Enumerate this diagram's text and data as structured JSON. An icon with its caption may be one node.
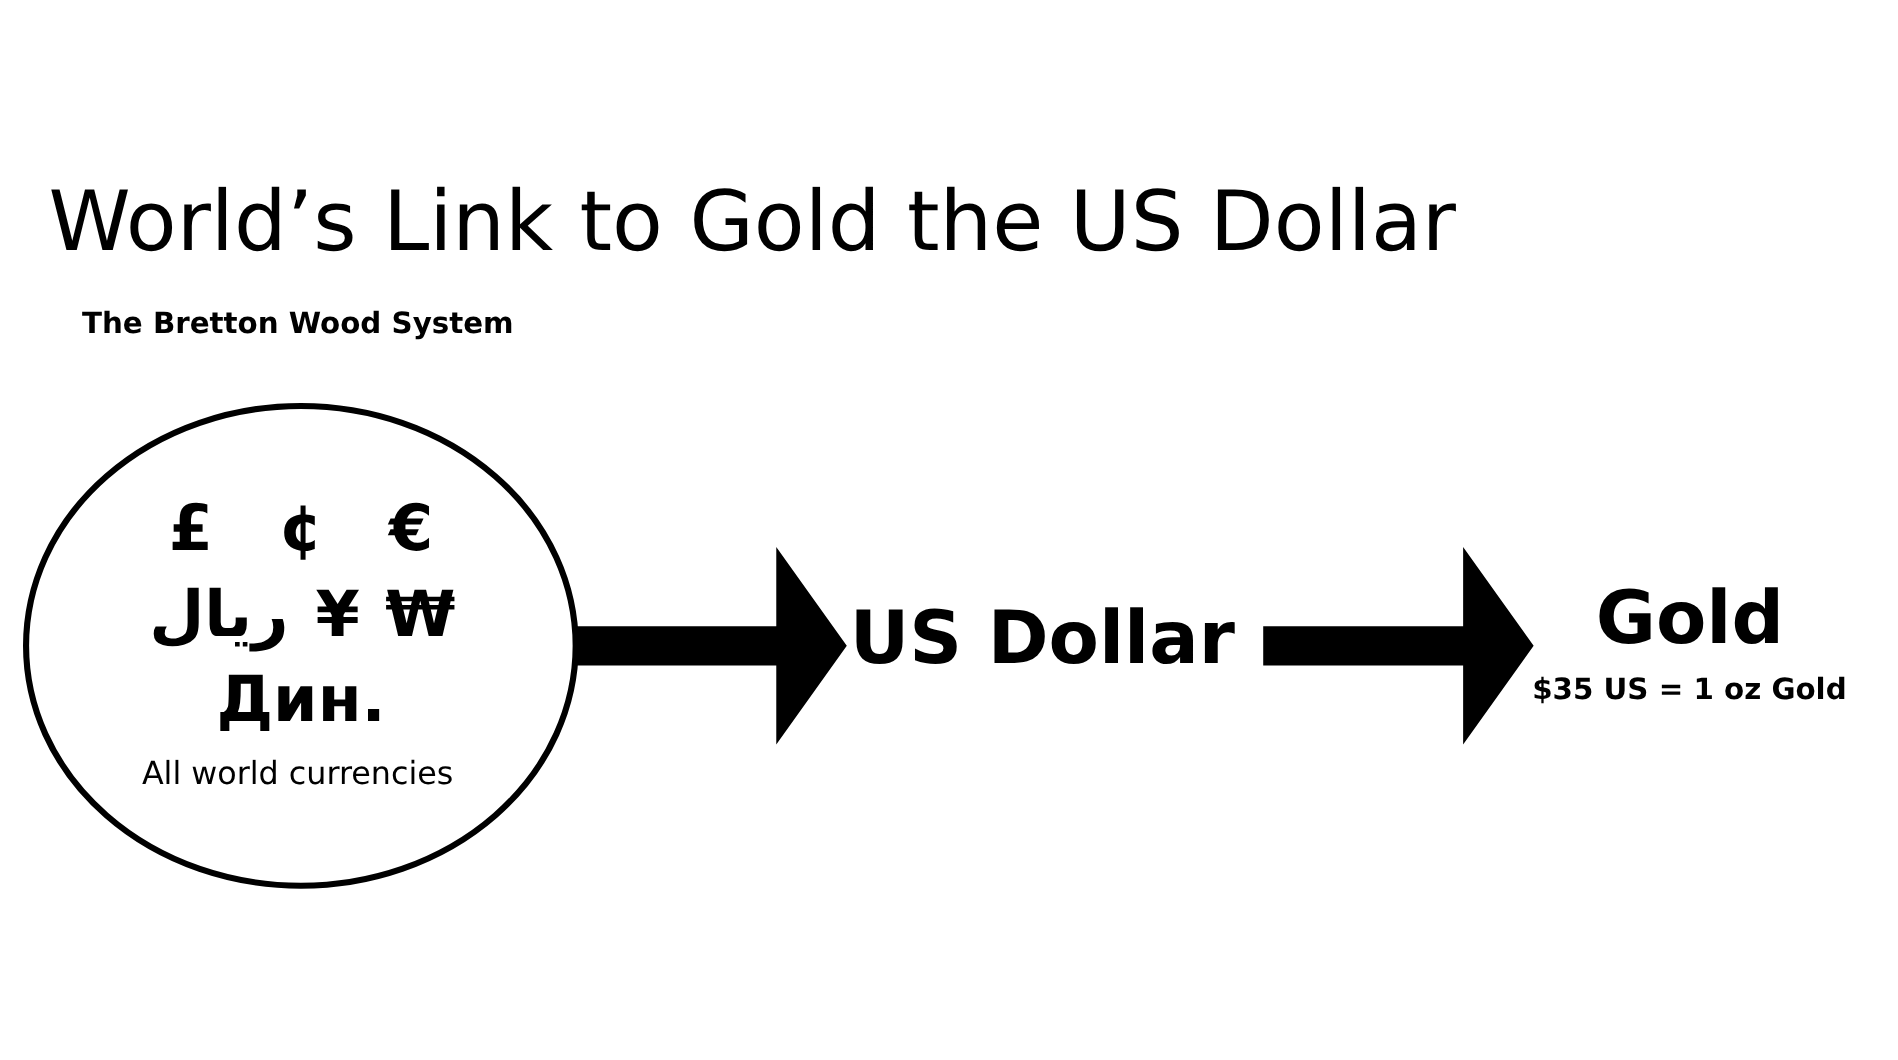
{
  "diagram": {
    "title": "World’s Link to Gold the US Dollar",
    "nodes": [
      {
        "text": [
          "£",
          "¢",
          "€",
          "ريال",
          "¥",
          "₩",
          "Дин.",
          "All world currencies"
        ]
      },
      {
        "text": [
          "US Dollar"
        ]
      },
      {
        "text": [
          "Gold"
        ],
        "beside": [
          "$35 US = 1 oz Gold"
        ]
      }
    ],
    "edges": [
      {
        "from": 0,
        "to": 1,
        "arrow": "to"
      },
      {
        "from": 1,
        "to": 2,
        "arrow": "to"
      }
    ],
    "labels": [
      "The Bretton Wood System"
    ]
  }
}
